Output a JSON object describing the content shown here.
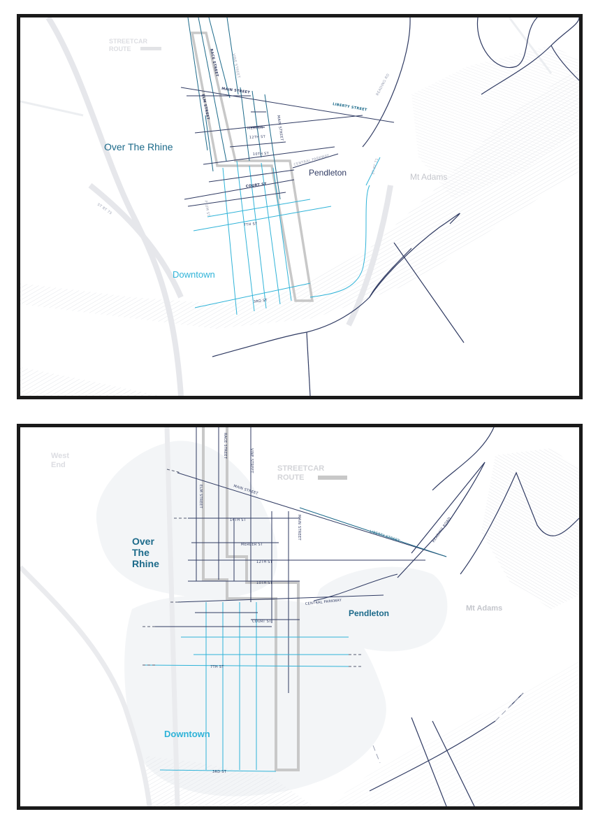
{
  "colors": {
    "navy": "#2f3a62",
    "teal": "#1c6a8a",
    "cyan": "#2fb3d8",
    "grey_route": "#c8c8c8",
    "faint": "#dcdde2",
    "mt_adams": "#c4c6cc",
    "border": "#1a1a1a",
    "district_fill": "#f3f5f7"
  },
  "top_map": {
    "streetcar_label_line1": "STREETCAR",
    "streetcar_label_line2": "ROUTE",
    "neighborhoods": {
      "otr": "Over The Rhine",
      "pendleton": "Pendleton",
      "mt_adams": "Mt Adams",
      "downtown": "Downtown"
    },
    "streets": {
      "race": "RACE STREET",
      "vine": "VINE STREET",
      "elm": "ELM STREET",
      "main": "MAIN STREET",
      "main_vertical": "MAIN STREET",
      "liberty": "LIBERTY STREET",
      "reading": "READING RD",
      "mercer": "MERCER",
      "twelfth": "12TH ST",
      "tenth": "10TH ST",
      "central_parkway": "CENTRAL PARKWAY",
      "court": "COURT ST",
      "plum": "PLUM ST",
      "seventh": "7TH ST",
      "third": "3RD ST",
      "st_rt_71": "ST RT 71",
      "st_rt_75": "ST RT 75"
    }
  },
  "bottom_map": {
    "streetcar_label_line1": "STREETCAR",
    "streetcar_label_line2": "ROUTE",
    "neighborhoods": {
      "west_end_line1": "West",
      "west_end_line2": "End",
      "otr_line1": "Over",
      "otr_line2": "The",
      "otr_line3": "Rhine",
      "pendleton": "Pendleton",
      "mt_adams": "Mt Adams",
      "downtown": "Downtown"
    },
    "streets": {
      "race": "RACE STREET",
      "vine": "VINE STREET",
      "elm": "ELM STREET",
      "main": "MAIN STREET",
      "main_vertical": "MAIN STREET",
      "liberty": "LIBERTY STREET",
      "reading": "READING ROAD",
      "fourteenth": "14TH ST",
      "mercer": "MERCER ST",
      "twelfth": "12TH ST",
      "tenth": "10TH ST",
      "central_parkway": "CENTRAL PARKWAY",
      "court": "COURT ST",
      "seventh": "7TH ST",
      "third": "3RD ST"
    }
  }
}
